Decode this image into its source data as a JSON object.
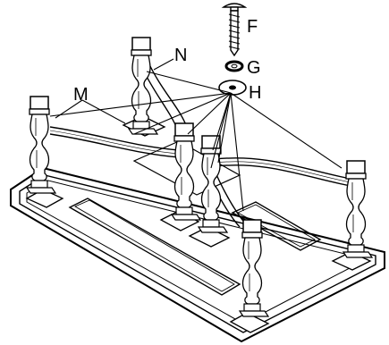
{
  "callouts": {
    "f": "F",
    "g": "G",
    "h": "H",
    "n": "N",
    "m": "M"
  },
  "parts": [
    {
      "id": "base",
      "icon": "table-base-frame"
    },
    {
      "id": "legs",
      "icon": "turned-leg",
      "count": 6
    },
    {
      "id": "rails",
      "icon": "stretcher-rail"
    },
    {
      "id": "bolt",
      "icon": "screw"
    },
    {
      "id": "lock-washer",
      "icon": "lock-washer"
    },
    {
      "id": "flat-washer",
      "icon": "flat-washer"
    }
  ],
  "colors": {
    "ink": "#000000",
    "paper": "#ffffff"
  }
}
